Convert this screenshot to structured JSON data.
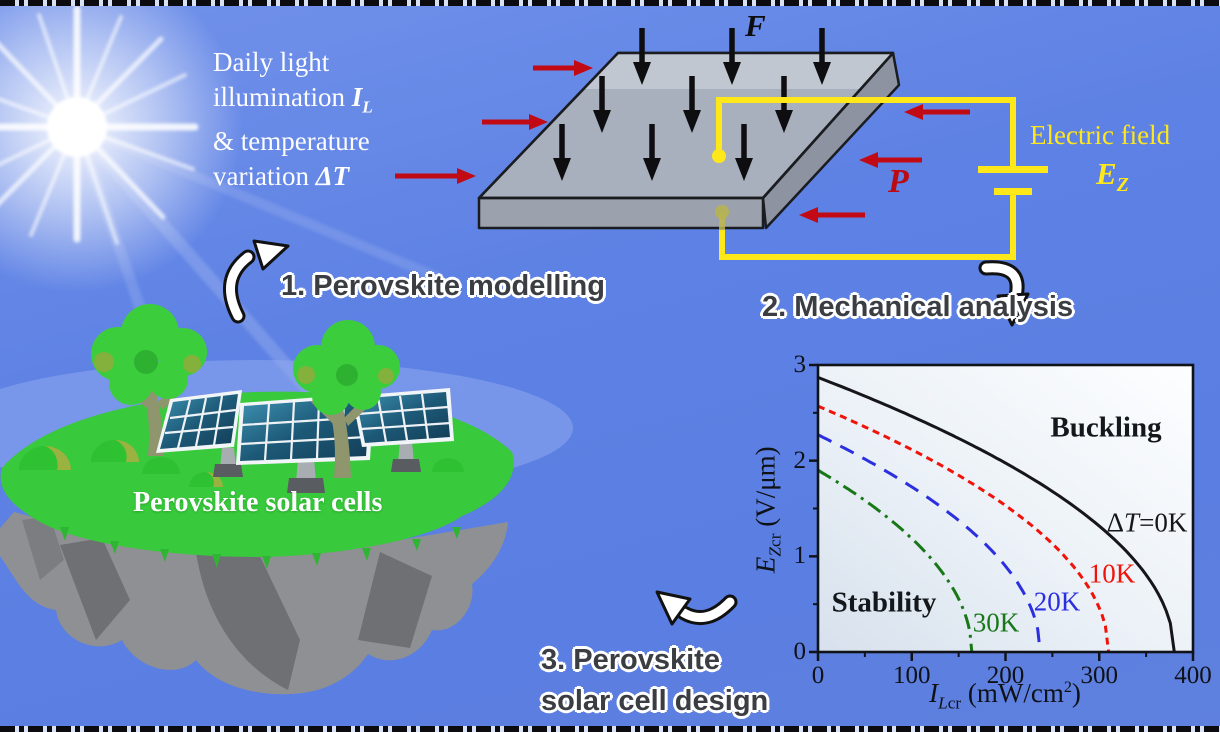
{
  "figure": {
    "illumination_note": {
      "line1": "Daily light",
      "line2_pre": "illumination ",
      "line2_var": "I",
      "line2_sub": "L",
      "line3": "& temperature",
      "line4_pre": "variation ",
      "line4_var": "ΔT"
    },
    "steps": {
      "step1": "1. Perovskite modelling",
      "step2": "2. Mechanical analysis",
      "step3_line1": "3. Perovskite",
      "step3_line2": "solar cell design"
    },
    "slab_labels": {
      "force": "F",
      "pressure": "P",
      "field_line1": "Electric field",
      "field_var": "E",
      "field_sub": "Z"
    },
    "island_caption": "Perovskite solar cells"
  },
  "chart_data": {
    "type": "line",
    "title": "Critical electric field vs critical light intensity (buckling boundary)",
    "x_axis": {
      "label": "I_Lcr (mW/cm2)",
      "label_var": "I",
      "label_sub_var": "L",
      "label_sub_post": "cr",
      "label_unit_pre": " (mW/cm",
      "label_unit_sup": "2",
      "label_unit_post": ")",
      "range": [
        0,
        400
      ],
      "ticks": [
        0,
        100,
        200,
        300,
        400
      ],
      "minor_tick_step": 50
    },
    "y_axis": {
      "label": "E_Zcr (V/um)",
      "label_var": "E",
      "label_sub_var": "Z",
      "label_sub_post": "cr",
      "label_unit": " (V/μm)",
      "range": [
        0,
        3
      ],
      "ticks": [
        0,
        1,
        2,
        3
      ],
      "minor_tick_step": 0.5
    },
    "grid": "off",
    "legend": "none (labels placed next to curves)",
    "model": "E_Zcr = y_intercept * sqrt(1 - I_Lcr / x_intercept)",
    "series": [
      {
        "name": "ΔT=0K",
        "name_parts": {
          "pre": "Δ",
          "var": "T",
          "post": "=0K"
        },
        "color": "#16161a",
        "linestyle": "solid",
        "y_intercept": 2.87,
        "x_intercept": 380,
        "points": [
          [
            0,
            2.87
          ],
          [
            50,
            2.69
          ],
          [
            100,
            2.46
          ],
          [
            150,
            2.24
          ],
          [
            200,
            1.97
          ],
          [
            250,
            1.68
          ],
          [
            300,
            1.31
          ],
          [
            350,
            0.8
          ],
          [
            380,
            0
          ]
        ]
      },
      {
        "name": "10K",
        "color": "#f01309",
        "linestyle": "dash-short",
        "y_intercept": 2.57,
        "x_intercept": 310,
        "points": [
          [
            0,
            2.57
          ],
          [
            50,
            2.35
          ],
          [
            100,
            2.11
          ],
          [
            150,
            1.85
          ],
          [
            200,
            1.53
          ],
          [
            250,
            1.13
          ],
          [
            310,
            0
          ]
        ]
      },
      {
        "name": "20K",
        "color": "#2b2fe0",
        "linestyle": "dash-long",
        "y_intercept": 2.27,
        "x_intercept": 237,
        "points": [
          [
            0,
            2.27
          ],
          [
            50,
            2.02
          ],
          [
            100,
            1.73
          ],
          [
            150,
            1.38
          ],
          [
            200,
            0.9
          ],
          [
            237,
            0
          ]
        ]
      },
      {
        "name": "30K",
        "color": "#187818",
        "linestyle": "dash-dot",
        "y_intercept": 1.9,
        "x_intercept": 164,
        "points": [
          [
            0,
            1.9
          ],
          [
            40,
            1.65
          ],
          [
            80,
            1.36
          ],
          [
            120,
            0.98
          ],
          [
            164,
            0
          ]
        ]
      }
    ],
    "annotations": [
      {
        "text": "Buckling",
        "region": "upper-right"
      },
      {
        "text": "Stability",
        "region": "lower-left"
      }
    ]
  }
}
